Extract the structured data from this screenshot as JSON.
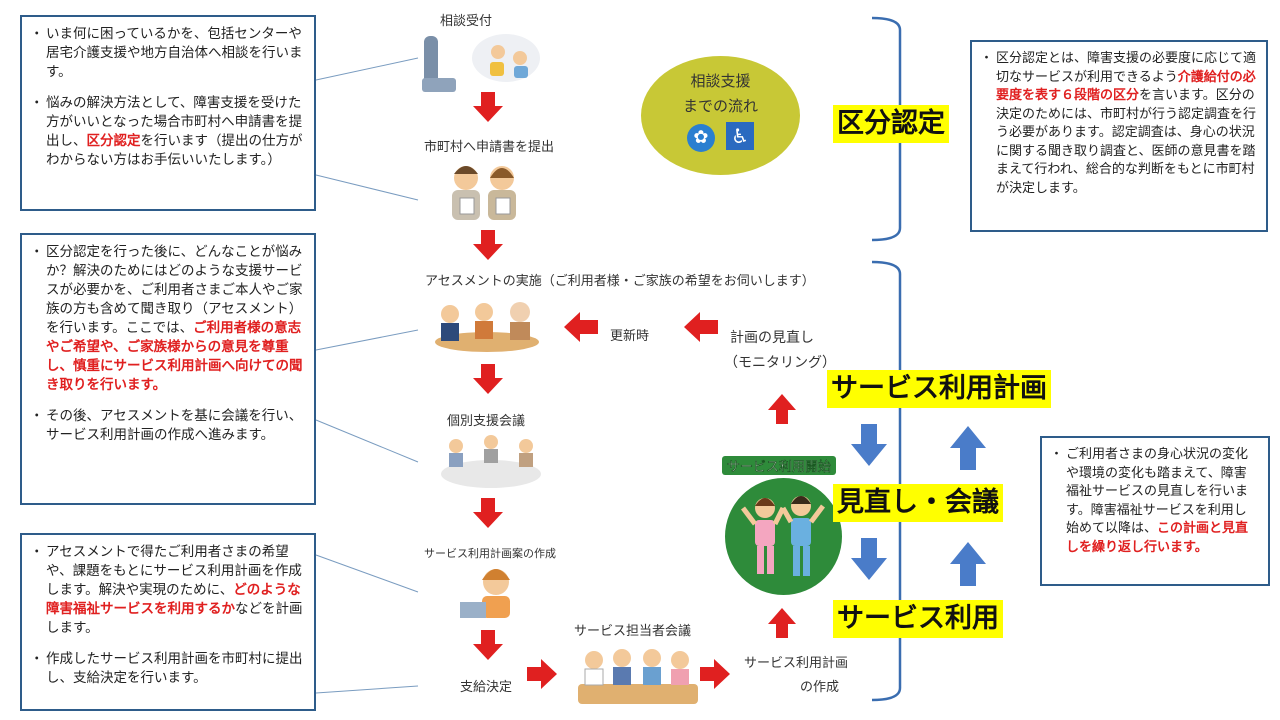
{
  "box1": {
    "p1": "いま何に困っているかを、包括センターや居宅介護支援や地方自治体へ相談を行います。",
    "p2_a": "悩みの解決方法として、障害支援を受けた方がいいとなった場合市町村へ申請書を提出し、",
    "p2_red": "区分認定",
    "p2_b": "を行います（提出の仕方がわからない方はお手伝いいたします。）"
  },
  "box2": {
    "p1_a": "区分認定を行った後に、どんなことが悩みか？解決のためにはどのような支援サービスが必要かを、ご利用者さまご本人やご家族の方も含めて聞き取り（アセスメント）を行います。ここでは、",
    "p1_red": "ご利用者様の意志やご希望や、ご家族様からの意見を尊重し、慎重にサービス利用計画へ向けての聞き取りを行います。",
    "p2": "その後、アセスメントを基に会議を行い、サービス利用計画の作成へ進みます。"
  },
  "box3": {
    "p1_a": "アセスメントで得たご利用者さまの希望や、課題をもとにサービス利用計画を作成します。解決や実現のために、",
    "p1_red": "どのような障害福祉サービスを利用するか",
    "p1_b": "などを計画します。",
    "p2": "作成したサービス利用計画を市町村に提出し、支給決定を行います。"
  },
  "box4": {
    "p1_a": "区分認定とは、障害支援の必要度に応じて適切なサービスが利用できるよう",
    "p1_red": "介護給付の必要度を表す６段階の区分",
    "p1_b": "を言います。区分の決定のためには、市町村が行う認定調査を行う必要があります。認定調査は、身心の状況に関する聞き取り調査と、医師の意見書を踏まえて行われ、総合的な判断をもとに市町村が決定します。"
  },
  "box5": {
    "p1_a": "ご利用者さまの身心状況の変化や環境の変化も踏まえて、障害福祉サービスの見直しを行います。障害福祉サービスを利用し始めて以降は、",
    "p1_red": "この計画と見直しを繰り返し行います。"
  },
  "flow": {
    "step1": "相談受付",
    "step2": "市町村へ申請書を提出",
    "step3": "アセスメントの実施（ご利用者様・ご家族の希望をお伺いします）",
    "step4": "個別支援会議",
    "step5": "サービス利用計画案の作成",
    "step6": "支給決定",
    "step7": "サービス担当者会議",
    "step8_line1": "サービス利用計画",
    "step8_line2": "の作成",
    "update": "更新時",
    "review_line1": "計画の見直し",
    "review_line2": "（モニタリング）"
  },
  "circle": {
    "line1": "相談支援",
    "line2": "までの流れ"
  },
  "bands": {
    "kubun": "区分認定",
    "plan": "サービス利用計画",
    "review": "見直し・会議",
    "use": "サービス利用"
  },
  "start_label": "サービス利用開始",
  "colors": {
    "box_border": "#2e5c8a",
    "red": "#e02020",
    "band": "#ffff00",
    "blue_arrow": "#4a7cc9",
    "circle": "#c8c836",
    "start_circle": "#2e8b3a"
  }
}
